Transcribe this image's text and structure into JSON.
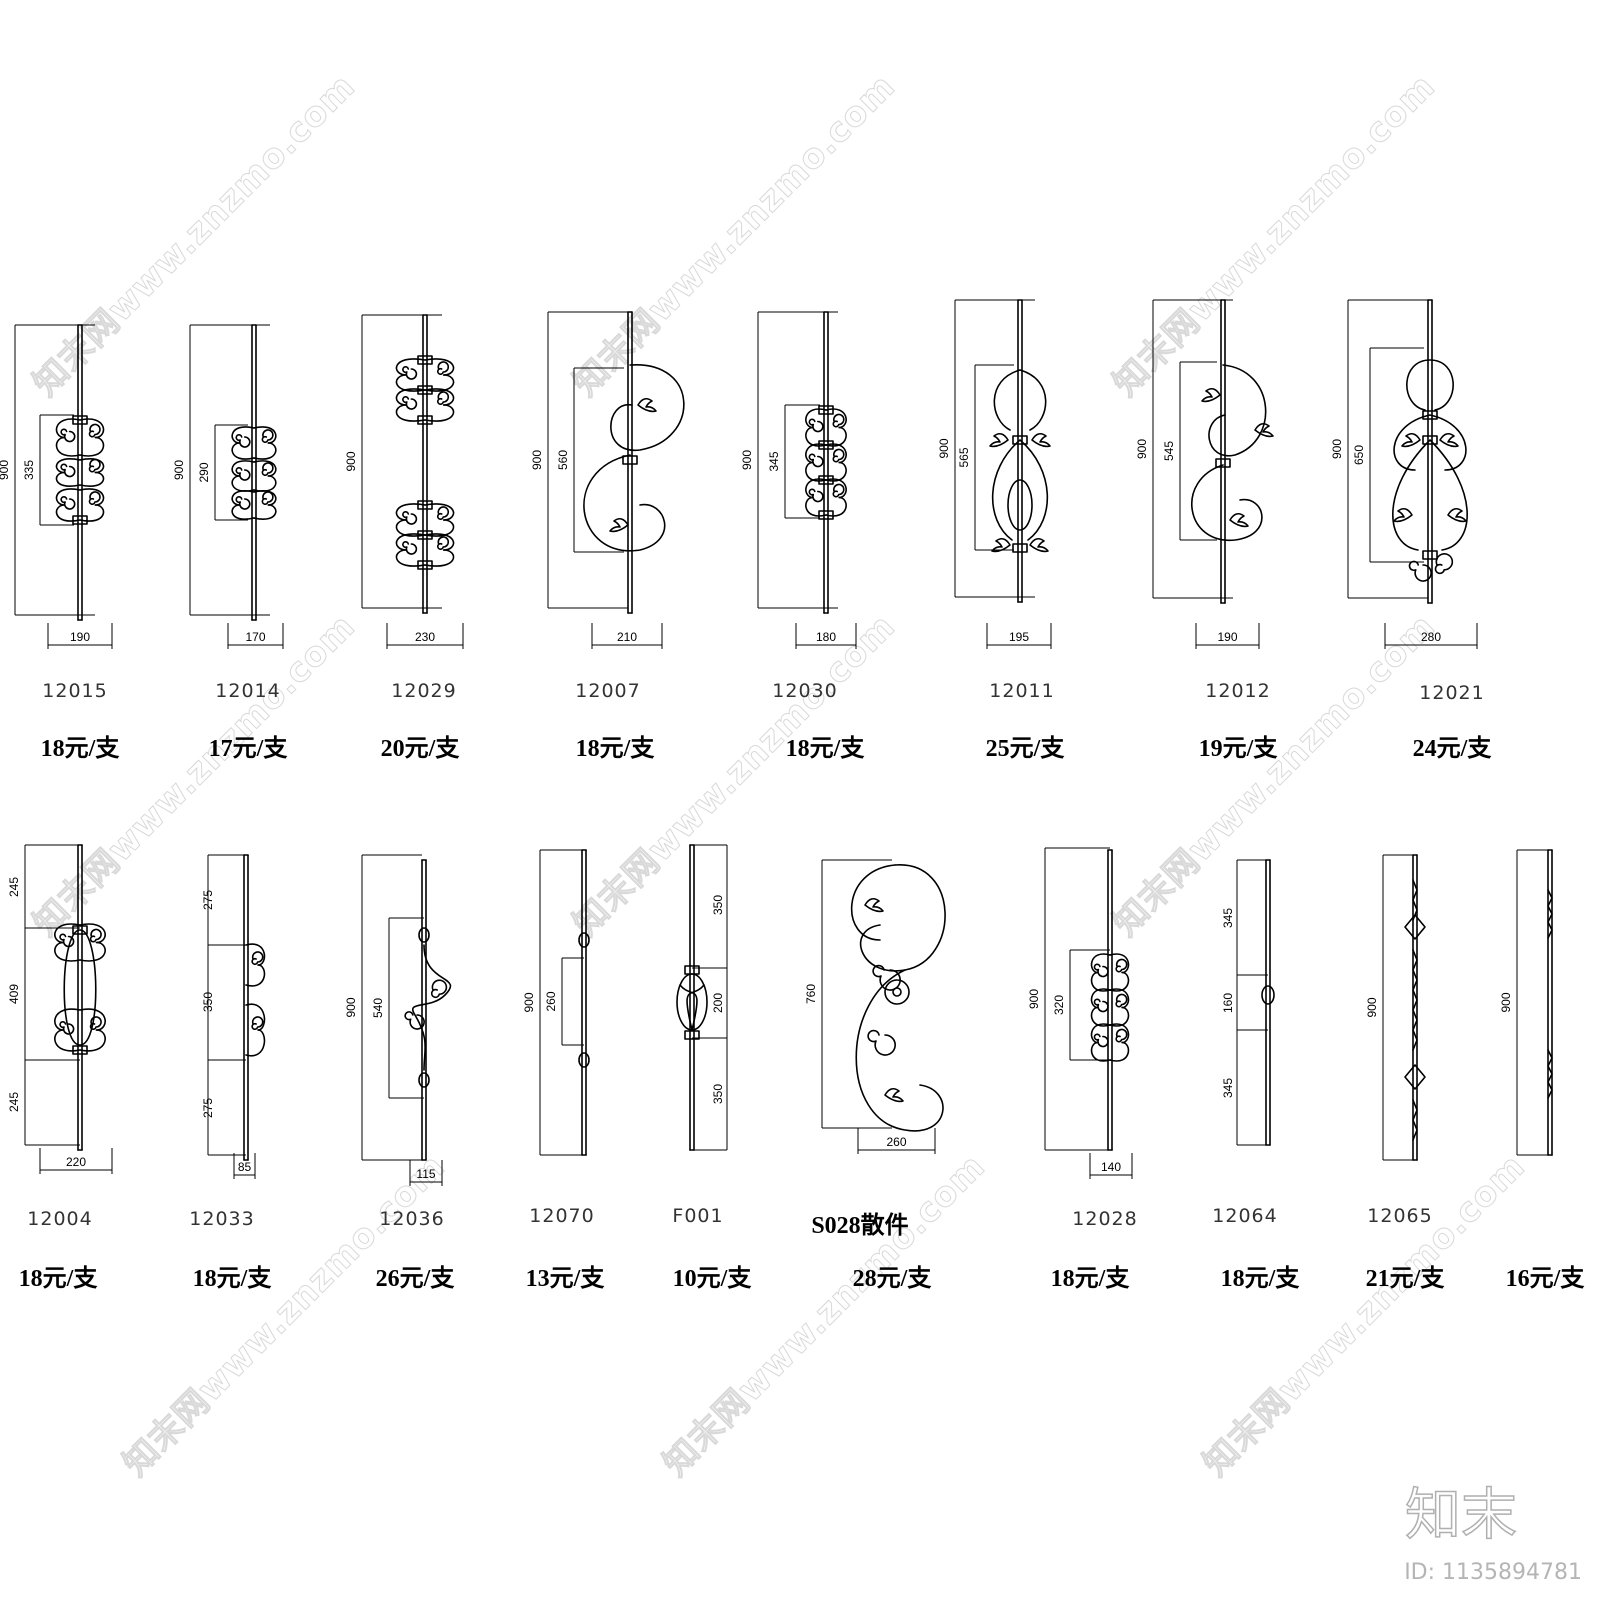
{
  "watermark": {
    "text": "知末网www.znzmo.com"
  },
  "footer": {
    "logo": "知末",
    "image_id": "ID: 1135894781"
  },
  "items": [
    {
      "row": 1,
      "code": "12015",
      "price": "18元/支",
      "height": "900",
      "ornament": "335",
      "width": "190"
    },
    {
      "row": 1,
      "code": "12014",
      "price": "17元/支",
      "height": "900",
      "ornament": "290",
      "width": "170"
    },
    {
      "row": 1,
      "code": "12029",
      "price": "20元/支",
      "height": "900",
      "ornament": "",
      "width": "230"
    },
    {
      "row": 1,
      "code": "12007",
      "price": "18元/支",
      "height": "900",
      "ornament": "560",
      "width": "210"
    },
    {
      "row": 1,
      "code": "12030",
      "price": "18元/支",
      "height": "900",
      "ornament": "345",
      "width": "180"
    },
    {
      "row": 1,
      "code": "12011",
      "price": "25元/支",
      "height": "900",
      "ornament": "565",
      "width": "195"
    },
    {
      "row": 1,
      "code": "12012",
      "price": "19元/支",
      "height": "900",
      "ornament": "545",
      "width": "190"
    },
    {
      "row": 1,
      "code": "12021",
      "price": "24元/支",
      "height": "900",
      "ornament": "650",
      "width": "280"
    },
    {
      "row": 2,
      "code": "12004",
      "price": "18元/支",
      "segments": [
        "245",
        "409",
        "245"
      ],
      "width": "220"
    },
    {
      "row": 2,
      "code": "12033",
      "price": "18元/支",
      "segments": [
        "275",
        "350",
        "275"
      ],
      "width": "85"
    },
    {
      "row": 2,
      "code": "12036",
      "price": "26元/支",
      "height": "900",
      "ornament": "540",
      "width": "115"
    },
    {
      "row": 2,
      "code": "12070",
      "price": "13元/支",
      "height": "900",
      "ornament": "260",
      "width": ""
    },
    {
      "row": 2,
      "code": "F001",
      "price": "10元/支",
      "segments": [
        "350",
        "200",
        "350"
      ],
      "width": ""
    },
    {
      "row": 2,
      "code": "S028散件",
      "price": "28元/支",
      "height": "760",
      "ornament": "",
      "width": "260"
    },
    {
      "row": 2,
      "code": "12028",
      "price": "18元/支",
      "height": "900",
      "ornament": "320",
      "width": "140"
    },
    {
      "row": 2,
      "code": "12064",
      "price": "18元/支",
      "segments": [
        "345",
        "160",
        "345"
      ],
      "width": ""
    },
    {
      "row": 2,
      "code": "12065",
      "price": "21元/支",
      "height": "900",
      "ornament": "",
      "width": ""
    },
    {
      "row": 2,
      "code": "",
      "price": "16元/支",
      "height": "900",
      "ornament": "",
      "width": ""
    }
  ]
}
